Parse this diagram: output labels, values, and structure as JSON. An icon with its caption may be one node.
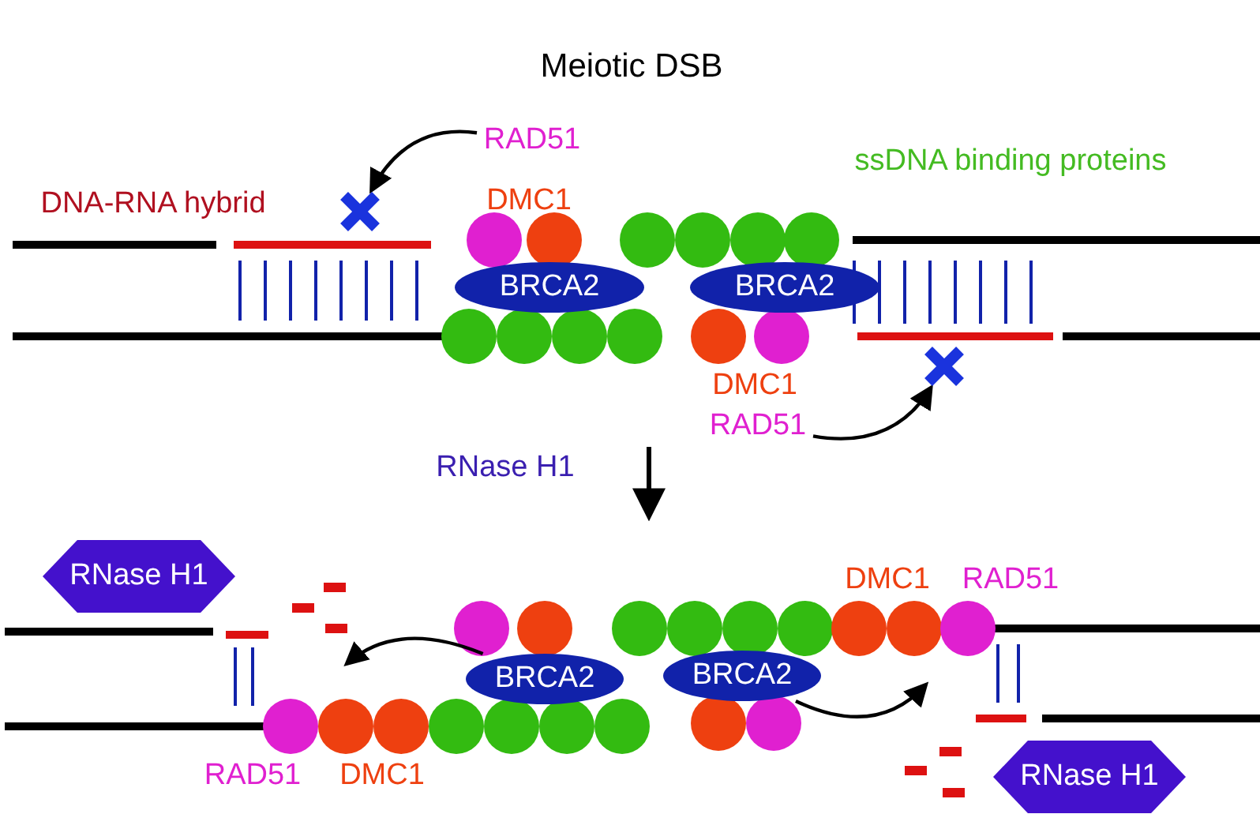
{
  "diagram": {
    "title": "Meiotic DSB",
    "nodes": [
      {
        "text": [
          "RAD51"
        ]
      },
      {
        "text": [],
        "shape": "cross"
      },
      {
        "text": [
          "RAD51"
        ]
      },
      {
        "text": [],
        "shape": "cross"
      },
      {
        "text": [
          "BRCA2"
        ]
      },
      {
        "text": [
          "BRCA2"
        ]
      },
      {
        "text": [
          "BRCA2"
        ]
      },
      {
        "text": [
          "BRCA2"
        ]
      },
      {
        "text": [
          "RNase H1"
        ]
      },
      {
        "text": [
          "RNase H1"
        ]
      }
    ],
    "edges": [
      {
        "from": 0,
        "to": 1,
        "arrow": "to"
      },
      {
        "from": 2,
        "to": 3,
        "arrow": "to"
      },
      {
        "from": 6,
        "to": null,
        "arrow": "to"
      },
      {
        "from": 7,
        "to": null,
        "arrow": "to"
      }
    ],
    "labels": [
      "DNA-RNA hybrid",
      "DMC1",
      "ssDNA binding proteins",
      "DMC1",
      "RNase H1",
      "DMC1",
      "RAD51",
      "RAD51",
      "DMC1"
    ]
  }
}
